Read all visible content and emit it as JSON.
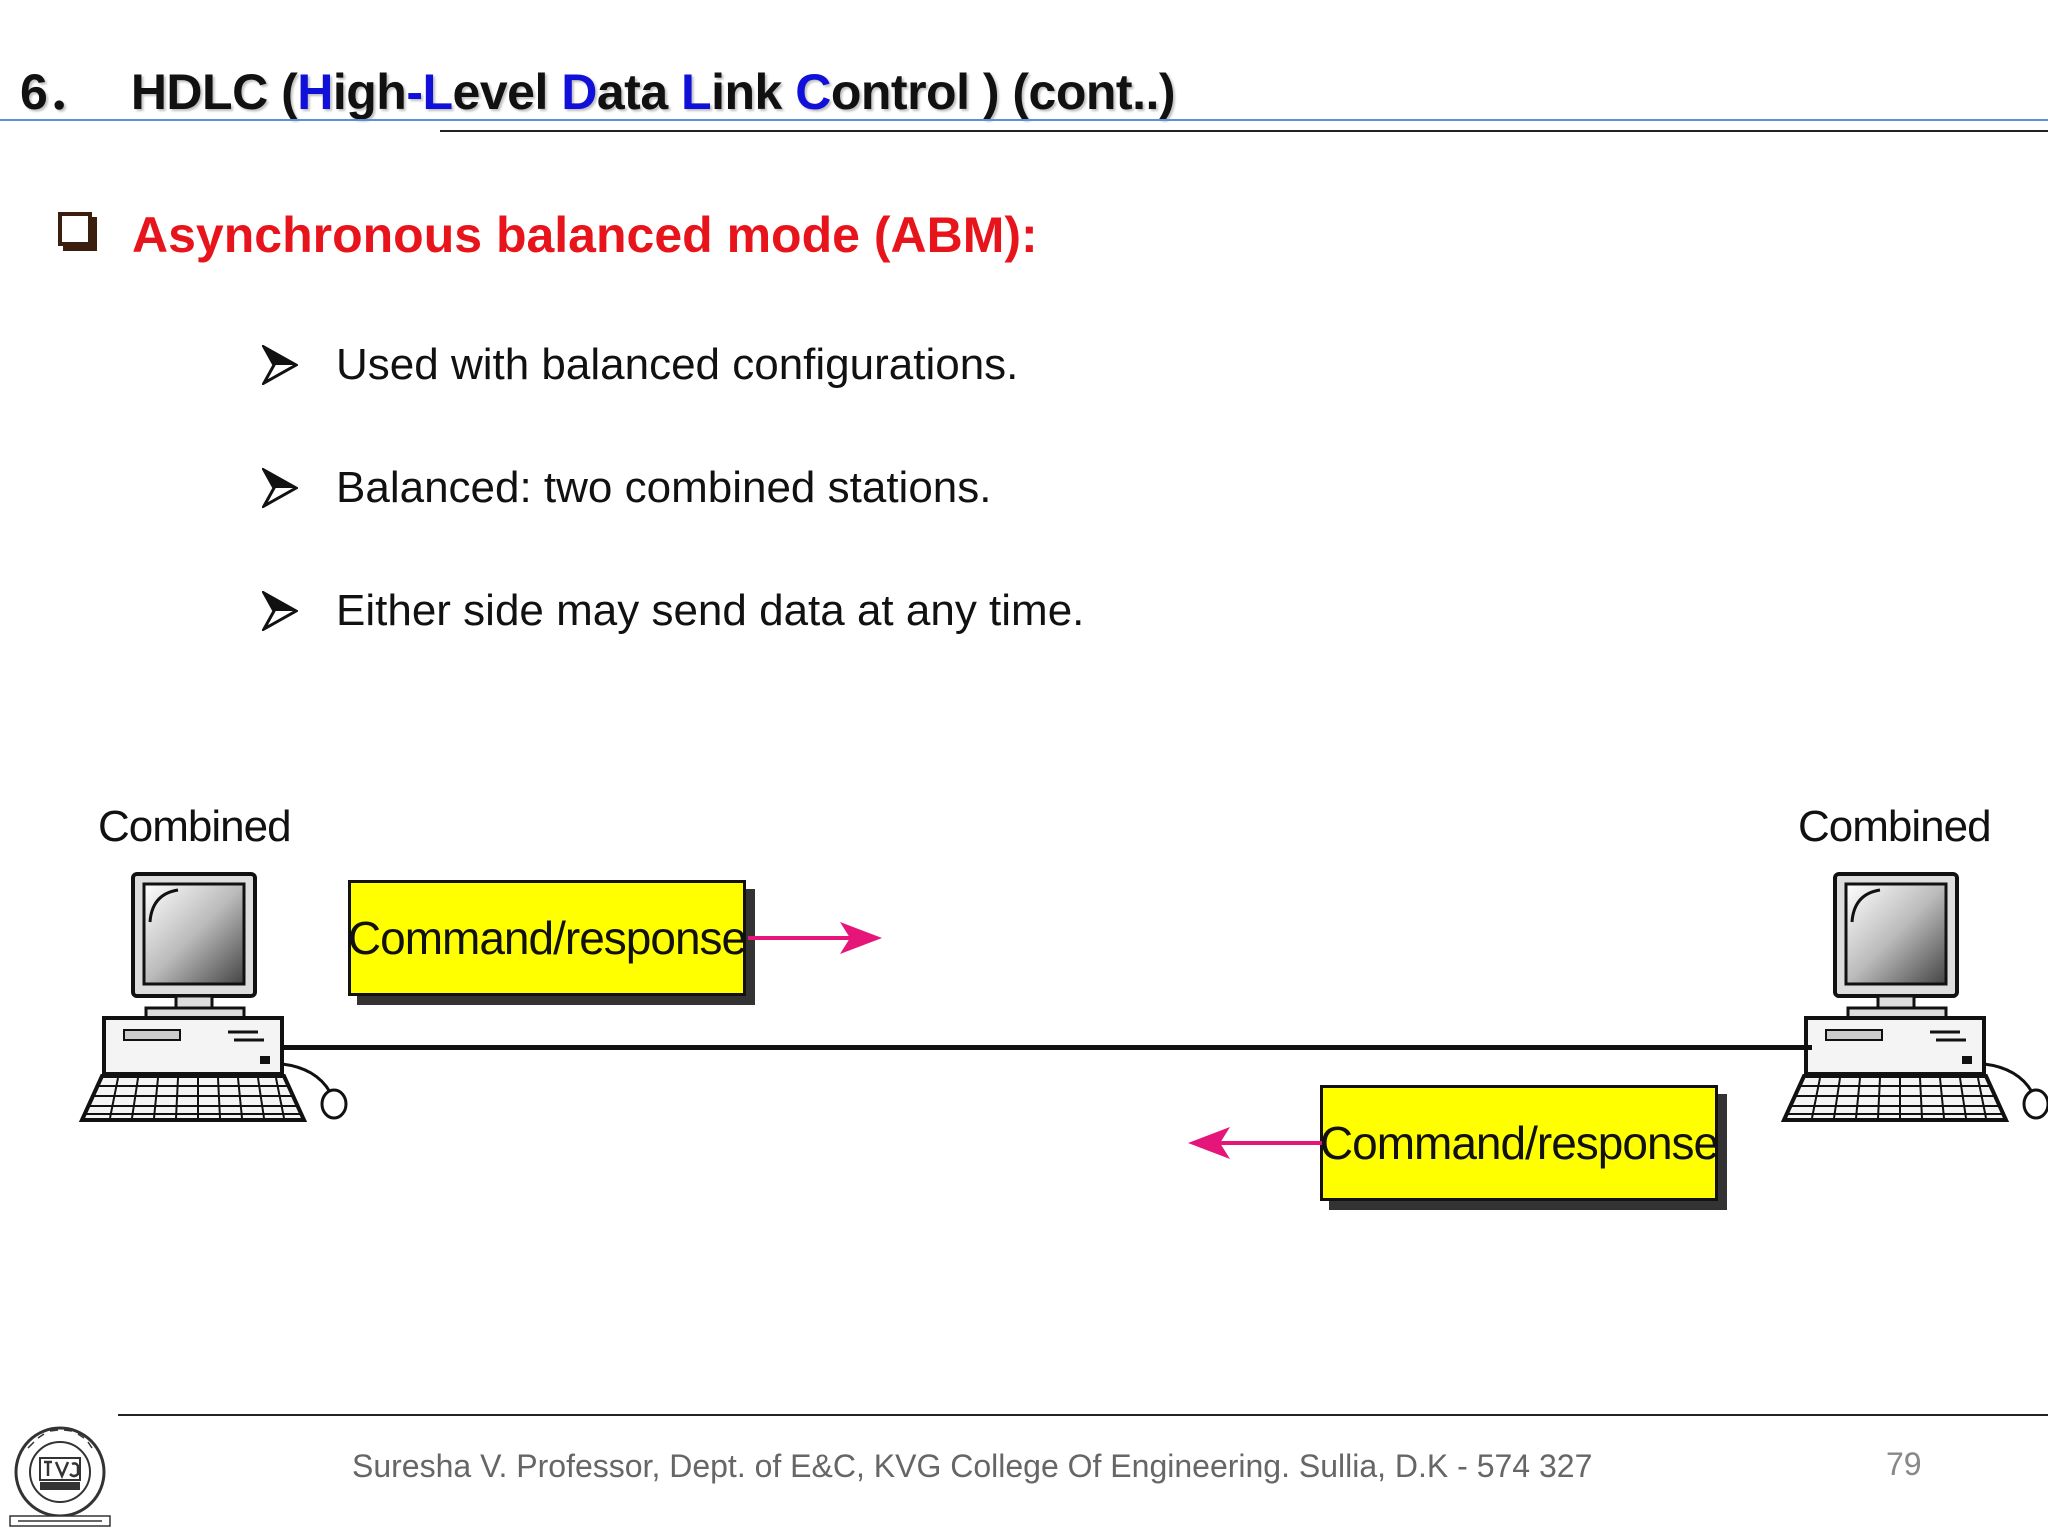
{
  "header": {
    "number": "6．",
    "title_parts": [
      {
        "text": "HDLC (",
        "highlight": false
      },
      {
        "text": "H",
        "highlight": true
      },
      {
        "text": "igh",
        "highlight": false
      },
      {
        "text": "-L",
        "highlight": true
      },
      {
        "text": "evel ",
        "highlight": false
      },
      {
        "text": "D",
        "highlight": true
      },
      {
        "text": "ata ",
        "highlight": false
      },
      {
        "text": "L",
        "highlight": true
      },
      {
        "text": "ink ",
        "highlight": false
      },
      {
        "text": "C",
        "highlight": true
      },
      {
        "text": "ontrol ) (cont..)",
        "highlight": false
      }
    ],
    "highlight_color": "#1010d8"
  },
  "section": {
    "heading": "Asynchronous balanced mode (ABM):",
    "heading_color": "#e8141b",
    "bullet_icon": "checkbox-square-icon",
    "points": [
      "Used with balanced configurations.",
      "Balanced:  two combined stations.",
      "Either side may send data at any time."
    ],
    "point_icon": "arrowhead-bullet-icon"
  },
  "diagram": {
    "left_station": {
      "label": "Combined",
      "icon": "desktop-computer-icon"
    },
    "right_station": {
      "label": "Combined",
      "icon": "desktop-computer-icon"
    },
    "messages": [
      {
        "label": "Command/response",
        "direction": "right"
      },
      {
        "label": "Command/response",
        "direction": "left"
      }
    ],
    "box_color": "#ffff00",
    "arrow_color": "#e5157a"
  },
  "footer": {
    "text": "Suresha V. Professor, Dept. of  E&C, KVG College Of Engineering. Sullia, D.K - 574 327",
    "page_number": "79",
    "logo_icon": "kvg-college-logo-icon"
  }
}
